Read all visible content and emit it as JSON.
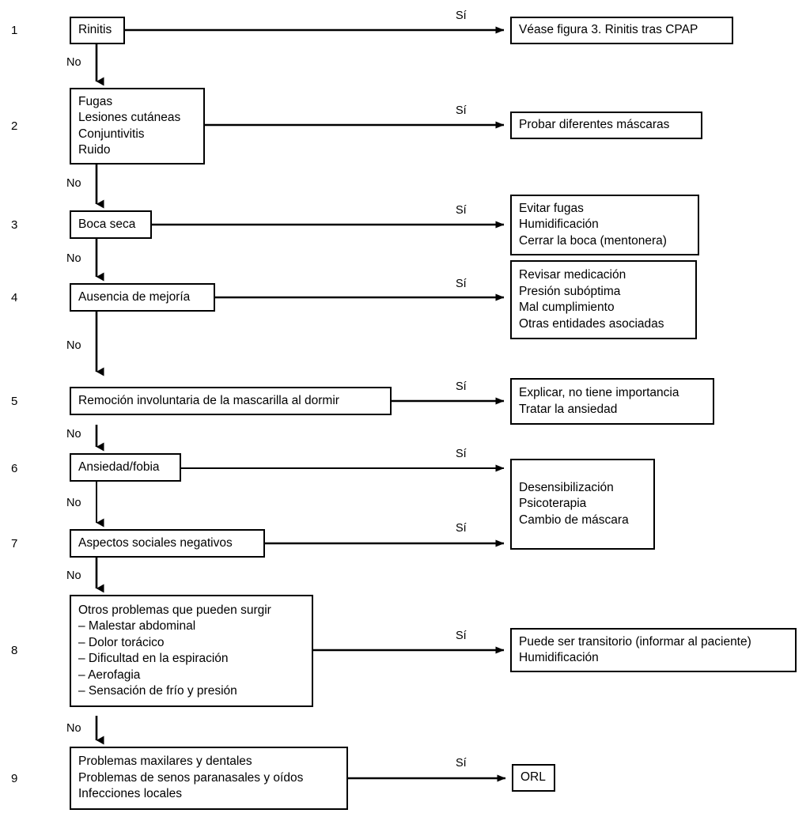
{
  "diagram": {
    "type": "flowchart",
    "title": "",
    "orientation": "vertical-decision-chain",
    "yes_label": "Sí",
    "no_label": "No",
    "rows": [
      {
        "number": "1",
        "question_lines": [
          "Rinitis"
        ],
        "yes_label": "Sí",
        "no_label": "No",
        "outcome_lines": [
          "Véase figura 3. Rinitis tras CPAP"
        ]
      },
      {
        "number": "2",
        "question_lines": [
          "Fugas",
          "Lesiones cutáneas",
          "Conjuntivitis",
          "Ruido"
        ],
        "yes_label": "Sí",
        "no_label": "No",
        "outcome_lines": [
          "Probar diferentes máscaras"
        ]
      },
      {
        "number": "3",
        "question_lines": [
          "Boca seca"
        ],
        "yes_label": "Sí",
        "no_label": "No",
        "outcome_lines": [
          "Evitar fugas",
          "Humidificación",
          "Cerrar la boca (mentonera)"
        ]
      },
      {
        "number": "4",
        "question_lines": [
          "Ausencia de mejoría"
        ],
        "yes_label": "Sí",
        "no_label": "No",
        "outcome_lines": [
          "Revisar medicación",
          "Presión subóptima",
          "Mal cumplimiento",
          "Otras entidades asociadas"
        ]
      },
      {
        "number": "5",
        "question_lines": [
          "Remoción involuntaria de la mascarilla al dormir"
        ],
        "yes_label": "Sí",
        "no_label": "No",
        "outcome_lines": [
          "Explicar, no tiene importancia",
          "Tratar la ansiedad"
        ]
      },
      {
        "number": "6",
        "question_lines": [
          "Ansiedad/fobia"
        ],
        "yes_label": "Sí",
        "no_label": "No",
        "outcome_lines": [
          "Desensibilización",
          "Psicoterapia",
          "Cambio de máscara"
        ],
        "outcome_shared_with_row": "7"
      },
      {
        "number": "7",
        "question_lines": [
          "Aspectos sociales negativos"
        ],
        "yes_label": "Sí",
        "no_label": "No",
        "outcome_lines": [
          "Desensibilización",
          "Psicoterapia",
          "Cambio de máscara"
        ],
        "outcome_shared_with_row": "6"
      },
      {
        "number": "8",
        "question_lines": [
          "Otros problemas que pueden surgir",
          "– Malestar abdominal",
          "– Dolor torácico",
          "– Dificultad en la espiración",
          "– Aerofagia",
          "– Sensación de frío y presión"
        ],
        "yes_label": "Sí",
        "no_label": "No",
        "outcome_lines": [
          "Puede ser transitorio (informar al paciente)",
          "Humidificación"
        ]
      },
      {
        "number": "9",
        "question_lines": [
          "Problemas maxilares y dentales",
          "Problemas de senos paranasales y oídos",
          "Infecciones locales"
        ],
        "yes_label": "Sí",
        "no_label": "",
        "outcome_lines": [
          "ORL"
        ]
      }
    ],
    "shared_outcome": {
      "lines": [
        "Desensibilización",
        "Psicoterapia",
        "Cambio de máscara"
      ],
      "feeding_rows": [
        "6",
        "7"
      ]
    },
    "colors": {
      "background": "#ffffff",
      "stroke": "#000000",
      "text": "#000000",
      "node_fill": "#ffffff"
    }
  }
}
